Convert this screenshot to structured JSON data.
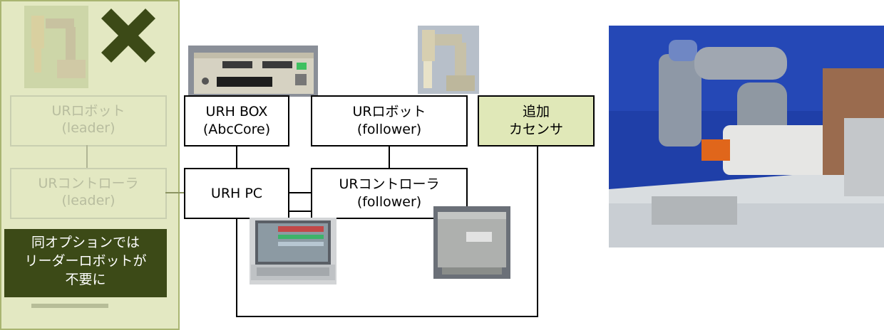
{
  "leader_robot": {
    "title": "URロボット",
    "subtitle": "(leader)"
  },
  "leader_controller": {
    "title": "URコントローラ",
    "subtitle": "(leader)"
  },
  "note": {
    "line1": "同オプションでは",
    "line2": "リーダーロボットが",
    "line3": "不要に"
  },
  "urh_box": {
    "title": "URH BOX",
    "subtitle": "(AbcCore)"
  },
  "urh_pc": {
    "title": "URH PC"
  },
  "follower_robot": {
    "title": "URロボット",
    "subtitle": "(follower)"
  },
  "follower_controller": {
    "title": "URコントローラ",
    "subtitle": "(follower)"
  },
  "sensor": {
    "line1": "追加",
    "line2": "カセンサ"
  },
  "colors": {
    "panel_bg": "#e3e8c2",
    "note_bg": "#3c4a17",
    "highlight": "#e0e8b8",
    "x_mark": "#3c4a17"
  },
  "icons": [
    "x-mark-icon",
    "robot-arm-image",
    "control-box-image",
    "laptop-image",
    "controller-cabinet-image",
    "robot-demo-photo"
  ]
}
